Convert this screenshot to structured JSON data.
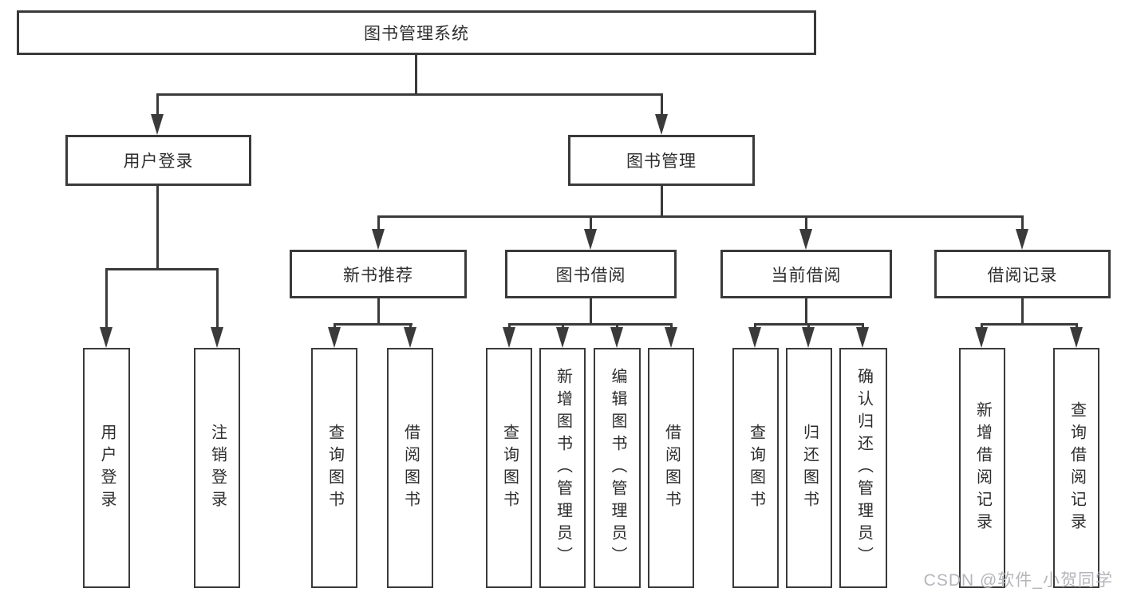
{
  "tree": {
    "label": "图书管理系统",
    "children": [
      {
        "label": "用户登录",
        "children": [
          {
            "label": "用户登录"
          },
          {
            "label": "注销登录"
          }
        ]
      },
      {
        "label": "图书管理",
        "children": [
          {
            "label": "新书推荐",
            "children": [
              {
                "label": "查询图书"
              },
              {
                "label": "借阅图书"
              }
            ]
          },
          {
            "label": "图书借阅",
            "children": [
              {
                "label": "查询图书"
              },
              {
                "label": "新增图书（管理员）"
              },
              {
                "label": "编辑图书（管理员）"
              },
              {
                "label": "借阅图书"
              }
            ]
          },
          {
            "label": "当前借阅",
            "children": [
              {
                "label": "查询图书"
              },
              {
                "label": "归还图书"
              },
              {
                "label": "确认归还（管理员）"
              }
            ]
          },
          {
            "label": "借阅记录",
            "children": [
              {
                "label": "新增借阅记录"
              },
              {
                "label": "查询借阅记录"
              }
            ]
          }
        ]
      }
    ]
  },
  "watermark": {
    "text": "CSDN @软件_小贺同学"
  },
  "colors": {
    "line": "#3a3a3a",
    "text": "#2d2d2d",
    "watermark": "#b4b6ba",
    "background": "#ffffff"
  }
}
